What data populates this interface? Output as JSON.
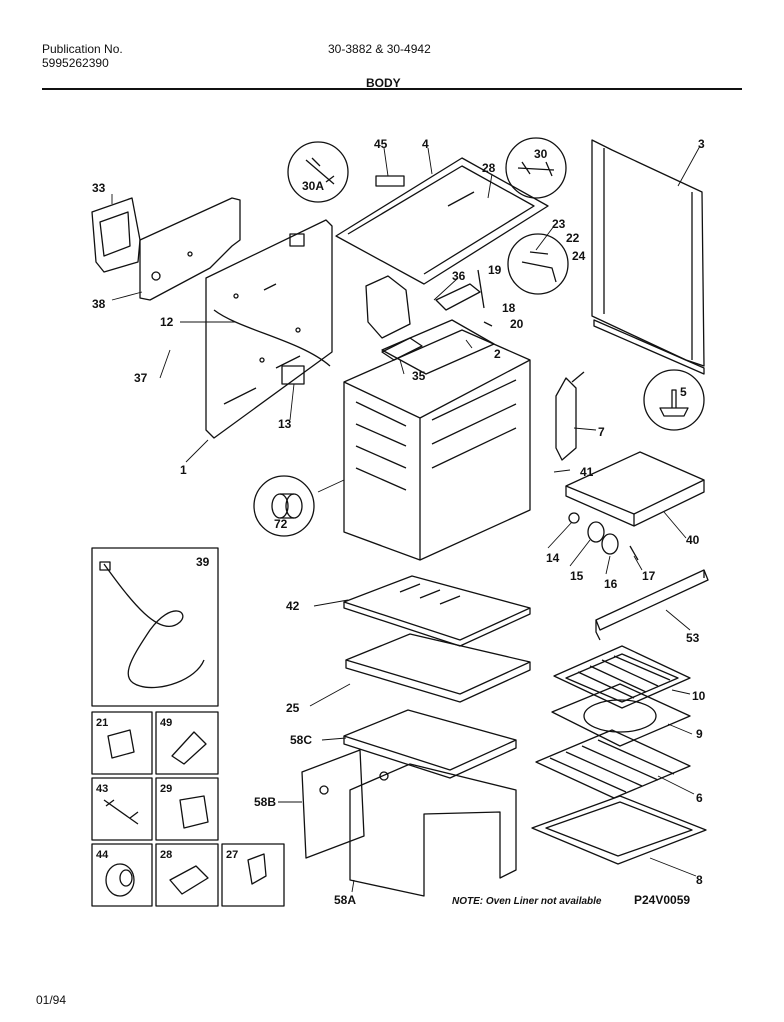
{
  "header": {
    "publication_label": "Publication No.",
    "publication_number": "5995262390",
    "models": "30-3882 & 30-4942",
    "section_title": "BODY"
  },
  "footer": {
    "date": "01/94",
    "note": "NOTE: Oven Liner not available",
    "drawing_code": "P24V0059"
  },
  "parts": {
    "p1": "1",
    "p2": "2",
    "p3": "3",
    "p4": "4",
    "p5": "5",
    "p6": "6",
    "p7": "7",
    "p8": "8",
    "p9": "9",
    "p10": "10",
    "p12": "12",
    "p13": "13",
    "p14": "14",
    "p15": "15",
    "p16": "16",
    "p17": "17",
    "p18": "18",
    "p19": "19",
    "p20": "20",
    "p21": "21",
    "p22": "22",
    "p23": "23",
    "p24": "24",
    "p25": "25",
    "p27": "27",
    "p28": "28",
    "p28b": "28",
    "p29": "29",
    "p30": "30",
    "p30a": "30A",
    "p33": "33",
    "p35": "35",
    "p36": "36",
    "p37": "37",
    "p38": "38",
    "p39": "39",
    "p40": "40",
    "p41": "41",
    "p42": "42",
    "p43": "43",
    "p44": "44",
    "p45": "45",
    "p49": "49",
    "p53": "53",
    "p58a": "58A",
    "p58b": "58B",
    "p58c": "58C",
    "p72": "72"
  }
}
